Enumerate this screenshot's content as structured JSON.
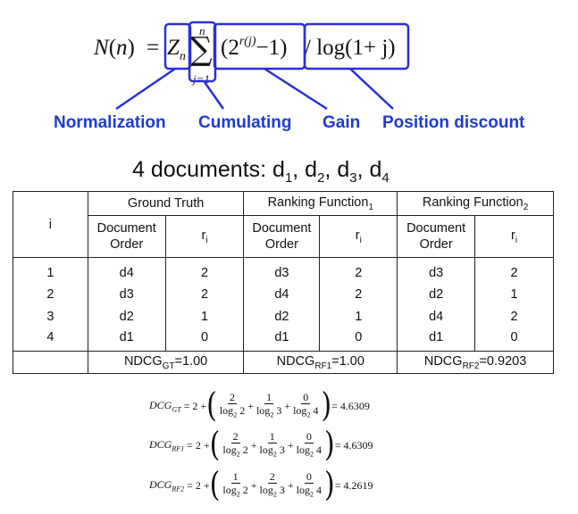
{
  "formula": {
    "n_lhs": "N",
    "open_paren": "(",
    "n_arg": "n",
    "close_paren": ")",
    "equals": "=",
    "z": "Z",
    "z_sub": "n",
    "sum_top": "n",
    "sum_bottom": "j=1",
    "gain_open": "(2",
    "gain_exp": "r(j)",
    "gain_close": "−1)",
    "position": "/ log(1+ j)"
  },
  "labels": {
    "normalization": "Normalization",
    "cumulating": "Cumulating",
    "gain": "Gain",
    "position_discount": "Position discount"
  },
  "docs_title": {
    "prefix": "4 documents: d",
    "items": [
      "1",
      "2",
      "3",
      "4"
    ]
  },
  "table": {
    "i_header": "i",
    "groups": [
      {
        "label": "Ground Truth",
        "sub": ""
      },
      {
        "label": "Ranking Function",
        "sub": "1"
      },
      {
        "label": "Ranking Function",
        "sub": "2"
      }
    ],
    "subheaders": {
      "doc_order_1": "Document",
      "doc_order_2": "Order",
      "ri": "r",
      "ri_sub": "i"
    },
    "rows": [
      {
        "i": "1",
        "gt_doc": "d4",
        "gt_r": "2",
        "rf1_doc": "d3",
        "rf1_r": "2",
        "rf2_doc": "d3",
        "rf2_r": "2"
      },
      {
        "i": "2",
        "gt_doc": "d3",
        "gt_r": "2",
        "rf1_doc": "d4",
        "rf1_r": "2",
        "rf2_doc": "d2",
        "rf2_r": "1"
      },
      {
        "i": "3",
        "gt_doc": "d2",
        "gt_r": "1",
        "rf1_doc": "d2",
        "rf1_r": "1",
        "rf2_doc": "d4",
        "rf2_r": "2"
      },
      {
        "i": "4",
        "gt_doc": "d1",
        "gt_r": "0",
        "rf1_doc": "d1",
        "rf1_r": "0",
        "rf2_doc": "d1",
        "rf2_r": "0"
      }
    ],
    "ndcg": [
      {
        "prefix": "NDCG",
        "sub": "GT",
        "value": "=1.00"
      },
      {
        "prefix": "NDCG",
        "sub": "RF1",
        "value": "=1.00"
      },
      {
        "prefix": "NDCG",
        "sub": "RF2",
        "value": "=0.9203"
      }
    ]
  },
  "dcg": [
    {
      "name": "DCG",
      "sub": "GT",
      "lead": "= 2 +",
      "n1": "2",
      "n2": "1",
      "n3": "0",
      "d1": "2",
      "d2": "3",
      "d3": "4",
      "result": "= 4.6309"
    },
    {
      "name": "DCG",
      "sub": "RF1",
      "lead": "= 2 +",
      "n1": "2",
      "n2": "1",
      "n3": "0",
      "d1": "2",
      "d2": "3",
      "d3": "4",
      "result": "= 4.6309"
    },
    {
      "name": "DCG",
      "sub": "RF2",
      "lead": "= 2 +",
      "n1": "1",
      "n2": "2",
      "n3": "0",
      "d1": "2",
      "d2": "3",
      "d3": "4",
      "result": "= 4.2619"
    }
  ],
  "dcg_common": {
    "log": "log",
    "base": "2",
    "plus": "+"
  },
  "colors": {
    "accent": "#1f3bd1",
    "box": "#2b2fd6"
  }
}
